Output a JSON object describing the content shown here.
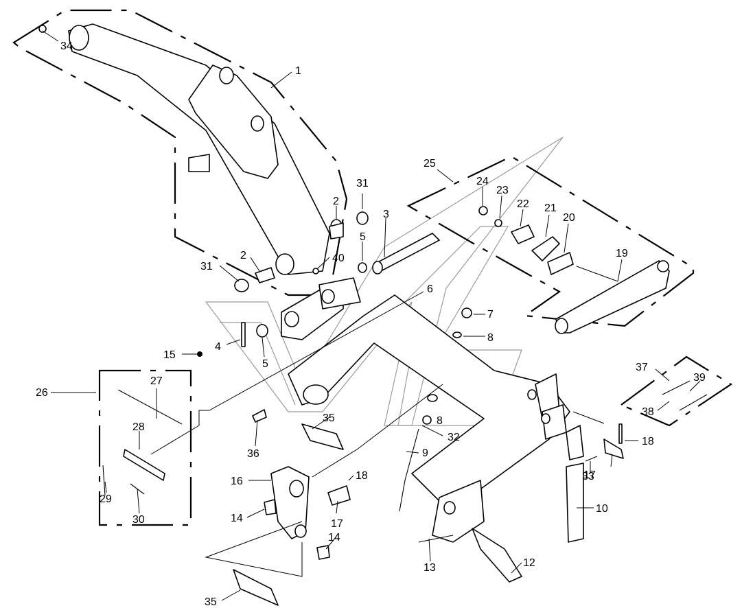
{
  "labels": {
    "p1": "1",
    "p2a": "2",
    "p2b": "2",
    "p3": "3",
    "p4": "4",
    "p5a": "5",
    "p5b": "5",
    "p6": "6",
    "p7": "7",
    "p8a": "8",
    "p8b": "8",
    "p9": "9",
    "p10": "10",
    "p12": "12",
    "p13": "13",
    "p14a": "14",
    "p14b": "14",
    "p15": "15",
    "p16": "16",
    "p17a": "17",
    "p17b": "17",
    "p18a": "18",
    "p18b": "18",
    "p19": "19",
    "p20": "20",
    "p21": "21",
    "p22": "22",
    "p23": "23",
    "p24": "24",
    "p25": "25",
    "p26": "26",
    "p27": "27",
    "p28": "28",
    "p29": "29",
    "p30": "30",
    "p31a": "31",
    "p31b": "31",
    "p32": "32",
    "p33": "33",
    "p34": "34",
    "p35a": "35",
    "p35b": "35",
    "p36": "36",
    "p37": "37",
    "p38": "38",
    "p39": "39",
    "p40": "40"
  }
}
